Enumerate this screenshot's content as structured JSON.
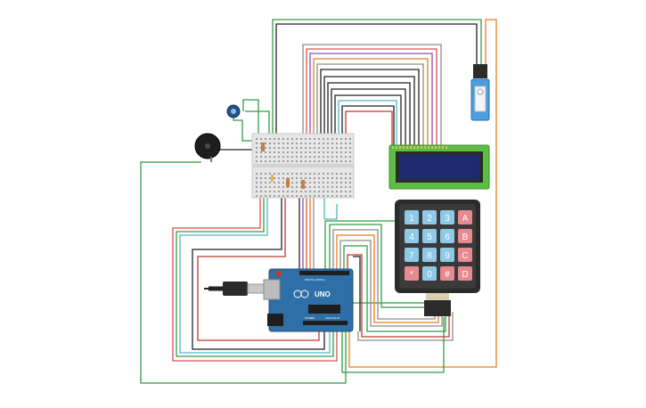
{
  "keypad": {
    "rows": [
      [
        "1",
        "2",
        "3",
        "A"
      ],
      [
        "4",
        "5",
        "6",
        "B"
      ],
      [
        "7",
        "8",
        "9",
        "C"
      ],
      [
        "*",
        "0",
        "#",
        "D"
      ]
    ]
  },
  "arduino": {
    "logo_text": "UNO",
    "pins_label": "DIGITAL (PWM~)",
    "power_label": "POWER",
    "analog_label": "ANALOG IN"
  },
  "colors": {
    "board_blue": "#2e6fa8",
    "lcd_green": "#5cbf43",
    "lcd_screen": "#1e2a6e",
    "keypad_body": "#2b2b2b",
    "key_blue": "#8fc9e8",
    "key_red": "#e68a8f",
    "breadboard": "#e6e6e6",
    "servo_blue": "#4a9fe0"
  },
  "icons": {
    "buzzer": "buzzer-icon",
    "potentiometer": "potentiometer-icon",
    "servo": "servo-icon",
    "usb": "usb-cable-icon"
  }
}
